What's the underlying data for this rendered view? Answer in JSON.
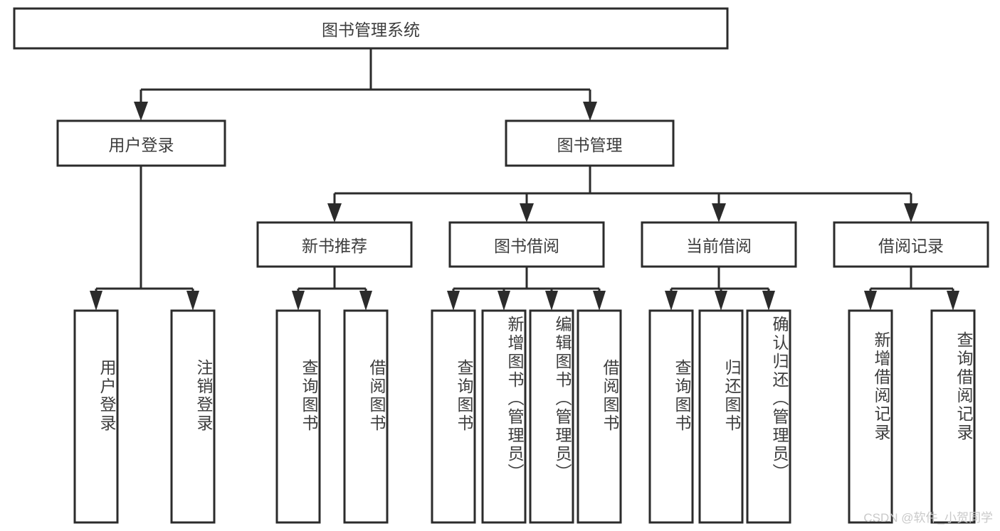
{
  "diagram": {
    "title": "图书管理系统",
    "type": "hierarchy-tree",
    "watermark": "CSDN @软件_小贺同学",
    "nodes": {
      "root": {
        "label": "图书管理系统",
        "orientation": "horizontal"
      },
      "level2": [
        {
          "id": "user-login",
          "label": "用户登录",
          "orientation": "horizontal"
        },
        {
          "id": "book-management",
          "label": "图书管理",
          "orientation": "horizontal"
        }
      ],
      "level3": [
        {
          "id": "new-book-recommend",
          "label": "新书推荐",
          "orientation": "horizontal"
        },
        {
          "id": "book-borrow",
          "label": "图书借阅",
          "orientation": "horizontal"
        },
        {
          "id": "current-borrow",
          "label": "当前借阅",
          "orientation": "horizontal"
        },
        {
          "id": "borrow-record",
          "label": "借阅记录",
          "orientation": "horizontal"
        }
      ],
      "leaves": [
        {
          "id": "leaf-user-login",
          "label": "用户登录",
          "parent": "user-login"
        },
        {
          "id": "leaf-logout",
          "label": "注销登录",
          "parent": "user-login"
        },
        {
          "id": "leaf-query-book-1",
          "label": "查询图书",
          "parent": "new-book-recommend"
        },
        {
          "id": "leaf-borrow-book-1",
          "label": "借阅图书",
          "parent": "new-book-recommend"
        },
        {
          "id": "leaf-query-book-2",
          "label": "查询图书",
          "parent": "book-borrow"
        },
        {
          "id": "leaf-add-book",
          "label": "新增图书（管理员）",
          "parent": "book-borrow"
        },
        {
          "id": "leaf-edit-book",
          "label": "编辑图书（管理员）",
          "parent": "book-borrow"
        },
        {
          "id": "leaf-borrow-book-2",
          "label": "借阅图书",
          "parent": "book-borrow"
        },
        {
          "id": "leaf-query-book-3",
          "label": "查询图书",
          "parent": "current-borrow"
        },
        {
          "id": "leaf-return-book",
          "label": "归还图书",
          "parent": "current-borrow"
        },
        {
          "id": "leaf-confirm-return",
          "label": "确认归还（管理员）",
          "parent": "current-borrow"
        },
        {
          "id": "leaf-add-record",
          "label": "新增借阅记录",
          "parent": "borrow-record"
        },
        {
          "id": "leaf-query-record",
          "label": "查询借阅记录",
          "parent": "borrow-record"
        }
      ]
    },
    "colors": {
      "stroke": "#2b2b2b",
      "text": "#3d3d3d",
      "background": "#ffffff",
      "watermark": "#c9c9c9"
    }
  }
}
